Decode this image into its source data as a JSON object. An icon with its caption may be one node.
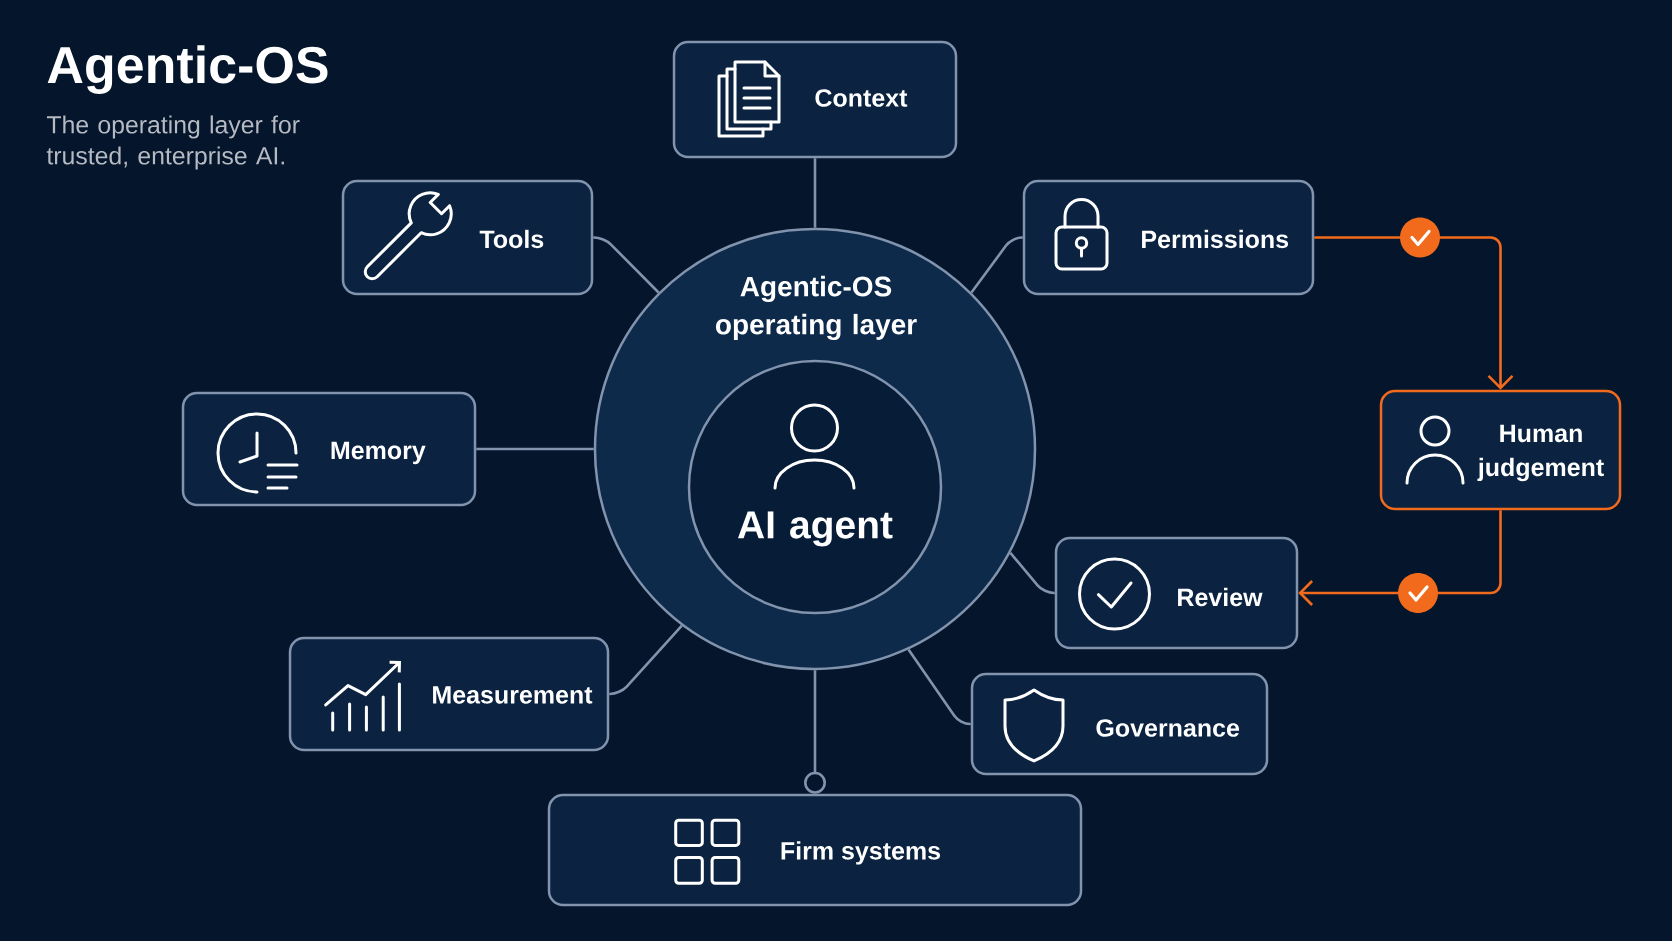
{
  "diagram": {
    "title": "Agentic-OS",
    "nodes": [
      {
        "text": [
          "Context"
        ]
      },
      {
        "text": [
          "Tools"
        ]
      },
      {
        "text": [
          "Permissions"
        ]
      },
      {
        "text": [
          "Agentic-OS operating layer"
        ]
      },
      {
        "text": [
          "AI agent"
        ],
        "in": 3
      },
      {
        "text": [
          "Memory"
        ]
      },
      {
        "text": [
          "Human judgement"
        ]
      },
      {
        "text": [
          "Review"
        ]
      },
      {
        "text": [
          "Measurement"
        ]
      },
      {
        "text": [
          "Governance"
        ]
      },
      {
        "text": [
          "Firm systems"
        ]
      }
    ],
    "edges": [
      {
        "from": 3,
        "to": 0,
        "arrow": "none"
      },
      {
        "from": 3,
        "to": 1,
        "arrow": "none"
      },
      {
        "from": 3,
        "to": 2,
        "arrow": "none"
      },
      {
        "from": 3,
        "to": 5,
        "arrow": "none"
      },
      {
        "from": 3,
        "to": 7,
        "arrow": "none"
      },
      {
        "from": 3,
        "to": 8,
        "arrow": "none"
      },
      {
        "from": 3,
        "to": 9,
        "arrow": "none"
      },
      {
        "from": 3,
        "to": 10,
        "arrow": "other"
      },
      {
        "from": 2,
        "to": 6,
        "arrow": "to",
        "color": "#f26b1d"
      },
      {
        "from": 6,
        "to": 7,
        "arrow": "to",
        "color": "#f26b1d"
      }
    ],
    "labels": [
      "The operating layer for trusted, enterprise AI."
    ]
  }
}
